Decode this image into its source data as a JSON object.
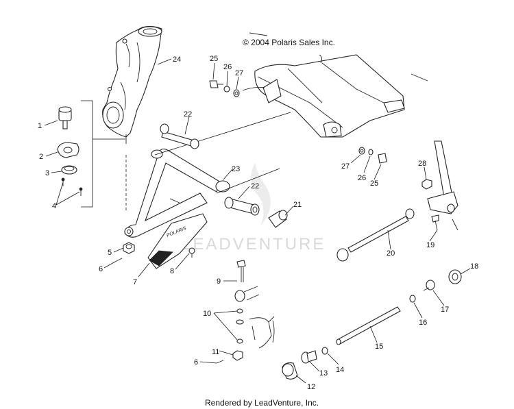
{
  "copyright": "© 2004 Polaris Sales Inc.",
  "footer": "Rendered by LeadVenture, Inc.",
  "watermark": "LEADVENTURE",
  "logo_text": "POLARIS",
  "callouts": [
    {
      "id": "c1",
      "text": "1"
    },
    {
      "id": "c2",
      "text": "2"
    },
    {
      "id": "c3",
      "text": "3"
    },
    {
      "id": "c4",
      "text": "4"
    },
    {
      "id": "c5",
      "text": "5"
    },
    {
      "id": "c6a",
      "text": "6"
    },
    {
      "id": "c6b",
      "text": "6"
    },
    {
      "id": "c7",
      "text": "7"
    },
    {
      "id": "c8",
      "text": "8"
    },
    {
      "id": "c9",
      "text": "9"
    },
    {
      "id": "c10",
      "text": "10"
    },
    {
      "id": "c11",
      "text": "11"
    },
    {
      "id": "c12",
      "text": "12"
    },
    {
      "id": "c13",
      "text": "13"
    },
    {
      "id": "c14",
      "text": "14"
    },
    {
      "id": "c15",
      "text": "15"
    },
    {
      "id": "c16",
      "text": "16"
    },
    {
      "id": "c17",
      "text": "17"
    },
    {
      "id": "c18",
      "text": "18"
    },
    {
      "id": "c19",
      "text": "19"
    },
    {
      "id": "c20",
      "text": "20"
    },
    {
      "id": "c21",
      "text": "21"
    },
    {
      "id": "c22a",
      "text": "22"
    },
    {
      "id": "c22b",
      "text": "22"
    },
    {
      "id": "c23",
      "text": "23"
    },
    {
      "id": "c24",
      "text": "24"
    },
    {
      "id": "c25a",
      "text": "25"
    },
    {
      "id": "c25b",
      "text": "25"
    },
    {
      "id": "c26a",
      "text": "26"
    },
    {
      "id": "c26b",
      "text": "26"
    },
    {
      "id": "c27a",
      "text": "27"
    },
    {
      "id": "c27b",
      "text": "27"
    },
    {
      "id": "c28",
      "text": "28"
    }
  ]
}
